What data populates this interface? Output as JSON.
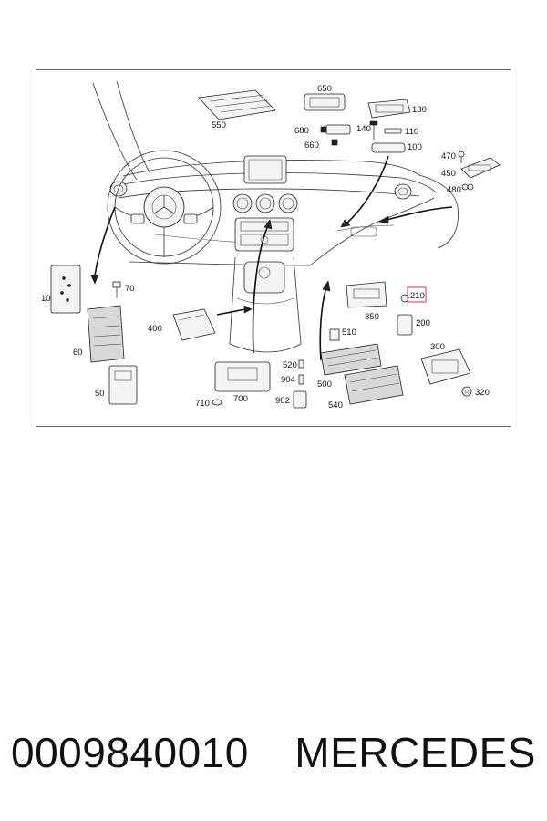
{
  "diagram": {
    "callouts": [
      {
        "id": "550",
        "text": "550"
      },
      {
        "id": "650",
        "text": "650"
      },
      {
        "id": "130",
        "text": "130"
      },
      {
        "id": "680",
        "text": "680"
      },
      {
        "id": "140",
        "text": "140"
      },
      {
        "id": "110",
        "text": "110"
      },
      {
        "id": "660",
        "text": "660"
      },
      {
        "id": "100",
        "text": "100"
      },
      {
        "id": "470",
        "text": "470"
      },
      {
        "id": "450",
        "text": "450"
      },
      {
        "id": "480",
        "text": "480"
      },
      {
        "id": "10",
        "text": "10"
      },
      {
        "id": "70",
        "text": "70"
      },
      {
        "id": "60",
        "text": "60"
      },
      {
        "id": "400",
        "text": "400"
      },
      {
        "id": "350",
        "text": "350"
      },
      {
        "id": "210",
        "text": "210",
        "highlighted": true
      },
      {
        "id": "200",
        "text": "200"
      },
      {
        "id": "510",
        "text": "510"
      },
      {
        "id": "300",
        "text": "300"
      },
      {
        "id": "520",
        "text": "520"
      },
      {
        "id": "904",
        "text": "904"
      },
      {
        "id": "500",
        "text": "500"
      },
      {
        "id": "50",
        "text": "50"
      },
      {
        "id": "710",
        "text": "710"
      },
      {
        "id": "700",
        "text": "700"
      },
      {
        "id": "902",
        "text": "902"
      },
      {
        "id": "540",
        "text": "540"
      },
      {
        "id": "320",
        "text": "320"
      }
    ],
    "highlight_color": "#e0506a"
  },
  "footer": {
    "part_number": "0009840010",
    "brand": "MERCEDES"
  }
}
